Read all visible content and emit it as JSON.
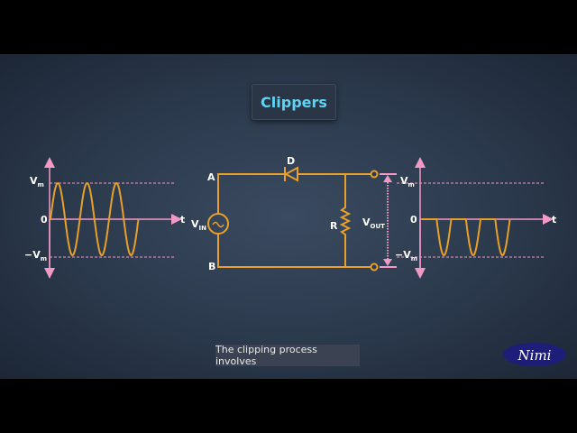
{
  "title": "Clippers",
  "caption": "The clipping process involves",
  "logo_text": "Nimi",
  "input_graph": {
    "vmax_label": "V",
    "vmax_sub": "m",
    "zero_label": "0",
    "vmin_label": "−V",
    "vmin_sub": "m",
    "time_label": "t"
  },
  "output_graph": {
    "vmax_label": "V",
    "vmax_sub": "m",
    "zero_label": "0",
    "vmin_label": "−V",
    "vmin_sub": "m",
    "time_label": "t"
  },
  "circuit": {
    "node_a": "A",
    "node_b": "B",
    "diode": "D",
    "resistor": "R",
    "vin": "V",
    "vin_sub": "IN",
    "vout": "V",
    "vout_sub": "OUT"
  },
  "colors": {
    "wire": "#e7a02a",
    "axis": "#f29ac6",
    "title": "#5fd3f3"
  }
}
